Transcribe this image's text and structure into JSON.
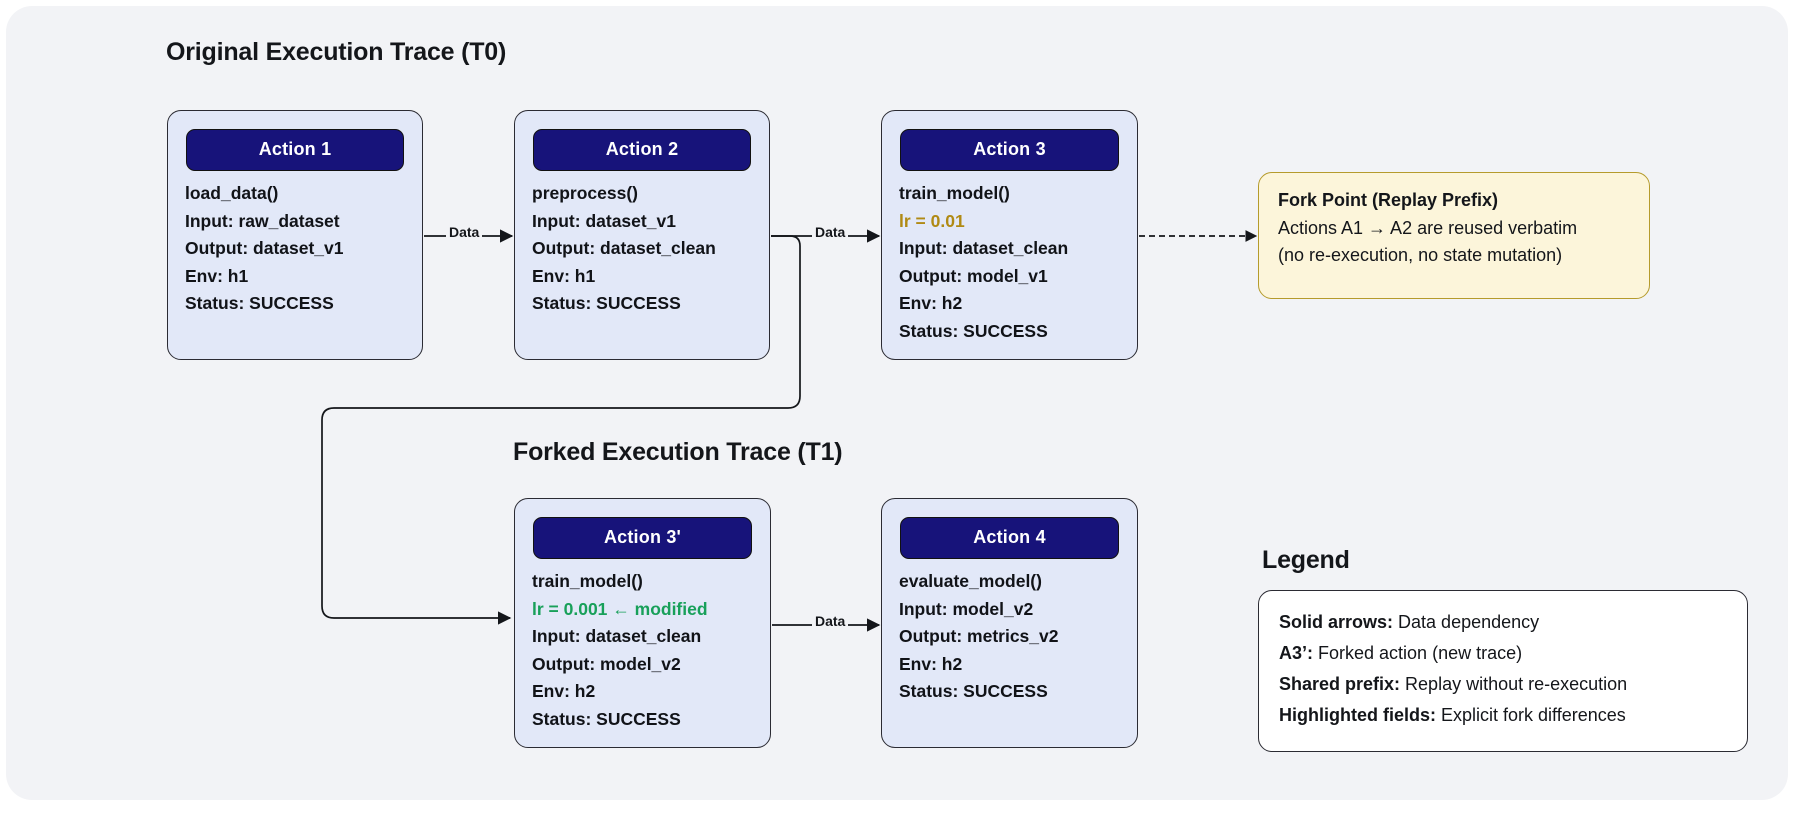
{
  "diagram": {
    "traces": [
      {
        "id": "t0",
        "title": "Original Execution Trace (T0)"
      },
      {
        "id": "t1",
        "title": "Forked Execution Trace (T1)"
      }
    ],
    "nodes": [
      {
        "id": "a1",
        "header": "Action 1",
        "lines": [
          {
            "text": "load_data()",
            "accent": "none"
          },
          {
            "text": "Input: raw_dataset",
            "accent": "none"
          },
          {
            "text": "Output: dataset_v1",
            "accent": "none"
          },
          {
            "text": "Env: h1",
            "accent": "none"
          },
          {
            "text": "Status: SUCCESS",
            "accent": "none"
          }
        ]
      },
      {
        "id": "a2",
        "header": "Action 2",
        "lines": [
          {
            "text": "preprocess()",
            "accent": "none"
          },
          {
            "text": "Input: dataset_v1",
            "accent": "none"
          },
          {
            "text": "Output: dataset_clean",
            "accent": "none"
          },
          {
            "text": "Env: h1",
            "accent": "none"
          },
          {
            "text": "Status: SUCCESS",
            "accent": "none"
          }
        ]
      },
      {
        "id": "a3",
        "header": "Action 3",
        "lines": [
          {
            "text": "train_model()",
            "accent": "none"
          },
          {
            "text": "lr = 0.01",
            "accent": "gold"
          },
          {
            "text": "Input: dataset_clean",
            "accent": "none"
          },
          {
            "text": "Output: model_v1",
            "accent": "none"
          },
          {
            "text": "Env: h2",
            "accent": "none"
          },
          {
            "text": "Status: SUCCESS",
            "accent": "none"
          }
        ]
      },
      {
        "id": "a3p",
        "header": "Action 3'",
        "lines": [
          {
            "text": "train_model()",
            "accent": "none"
          },
          {
            "text": "lr = 0.001  ←  modified",
            "accent": "green"
          },
          {
            "text": "Input: dataset_clean",
            "accent": "none"
          },
          {
            "text": "Output: model_v2",
            "accent": "none"
          },
          {
            "text": "Env: h2",
            "accent": "none"
          },
          {
            "text": "Status: SUCCESS",
            "accent": "none"
          }
        ]
      },
      {
        "id": "a4",
        "header": "Action 4",
        "lines": [
          {
            "text": "evaluate_model()",
            "accent": "none"
          },
          {
            "text": "Input: model_v2",
            "accent": "none"
          },
          {
            "text": "Output: metrics_v2",
            "accent": "none"
          },
          {
            "text": "Env: h2",
            "accent": "none"
          },
          {
            "text": "Status: SUCCESS",
            "accent": "none"
          }
        ]
      }
    ],
    "edges": [
      {
        "id": "a1-a2",
        "label": "Data",
        "style": "solid"
      },
      {
        "id": "a2-a3",
        "label": "Data",
        "style": "solid"
      },
      {
        "id": "a3p-a4",
        "label": "Data",
        "style": "solid"
      },
      {
        "id": "a3-fork",
        "label": "",
        "style": "dashed"
      },
      {
        "id": "a2-a3p",
        "label": "",
        "style": "solid"
      }
    ],
    "fork_callout": {
      "title": "Fork Point (Replay Prefix)",
      "line1": "Actions A1 → A2 are reused verbatim",
      "line2": "(no re-execution, no state mutation)"
    },
    "legend": {
      "title": "Legend",
      "rows": [
        {
          "term": "Solid arrows:",
          "desc": " Data dependency"
        },
        {
          "term": "A3’:",
          "desc": " Forked action (new trace)"
        },
        {
          "term": "Shared prefix:",
          "desc": " Replay without re-execution"
        },
        {
          "term": "Highlighted fields:",
          "desc": " Explicit fork differences"
        }
      ]
    },
    "colors": {
      "canvas_bg": "#f2f3f6",
      "node_fill": "#e2e8f8",
      "node_header": "#17137a",
      "callout_fill": "#fcf5da",
      "callout_border": "#b59b2c",
      "accent_gold": "#b08a14",
      "accent_green": "#18a05a",
      "stroke": "#2b2b33"
    }
  }
}
